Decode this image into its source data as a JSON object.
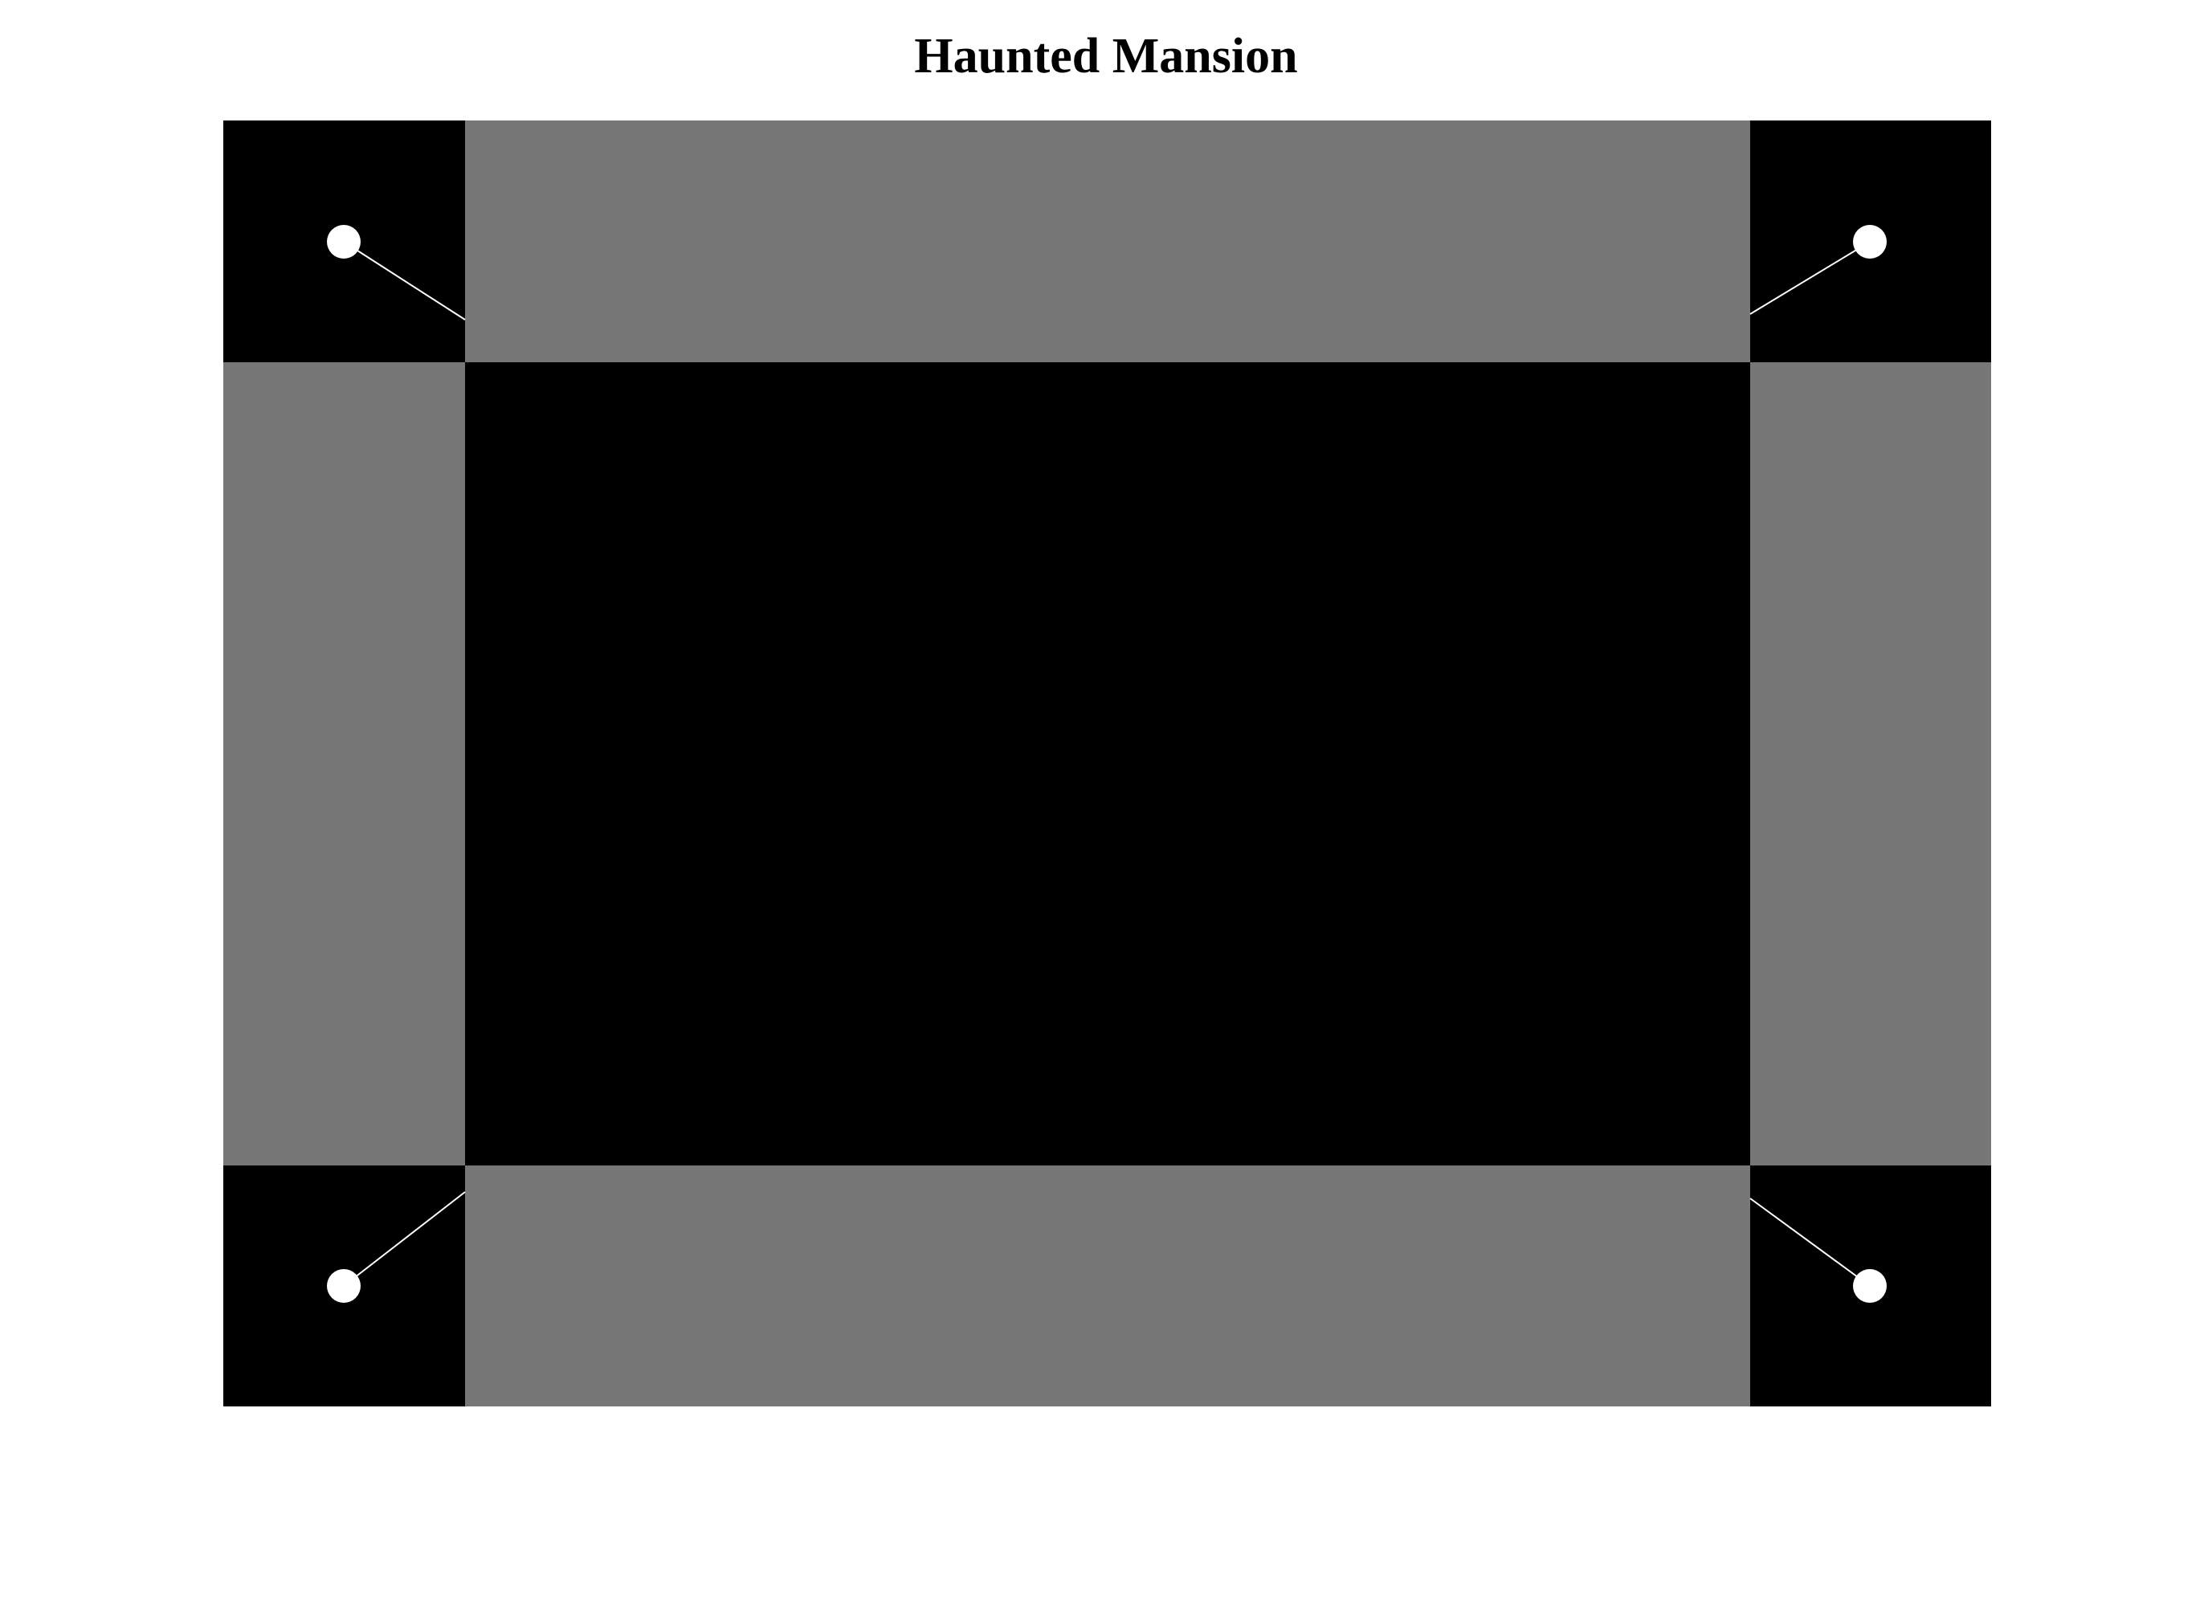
{
  "title": "Haunted Mansion",
  "colors": {
    "background": "#ffffff",
    "room": "#000000",
    "hallway": "#777777",
    "token": "#ffffff",
    "connector": "#ffffff"
  },
  "board": {
    "rooms": [
      {
        "id": "corner-top-left",
        "kind": "corner",
        "shade": "room"
      },
      {
        "id": "hall-top",
        "kind": "hallway",
        "shade": "hallway"
      },
      {
        "id": "corner-top-right",
        "kind": "corner",
        "shade": "room"
      },
      {
        "id": "hall-left",
        "kind": "hallway",
        "shade": "hallway"
      },
      {
        "id": "center-hall",
        "kind": "center",
        "shade": "room"
      },
      {
        "id": "hall-right",
        "kind": "hallway",
        "shade": "hallway"
      },
      {
        "id": "corner-bottom-left",
        "kind": "corner",
        "shade": "room"
      },
      {
        "id": "hall-bottom",
        "kind": "hallway",
        "shade": "hallway"
      },
      {
        "id": "corner-bottom-right",
        "kind": "corner",
        "shade": "room"
      }
    ],
    "tokens": [
      {
        "id": "token-top-left",
        "room": "corner-top-left"
      },
      {
        "id": "token-top-right",
        "room": "corner-top-right"
      },
      {
        "id": "token-bottom-left",
        "room": "corner-bottom-left"
      },
      {
        "id": "token-bottom-right",
        "room": "corner-bottom-right"
      }
    ]
  }
}
